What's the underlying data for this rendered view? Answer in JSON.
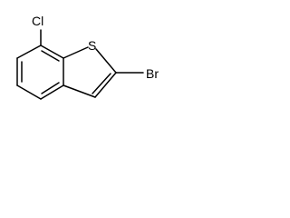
{
  "molecule": {
    "atoms": {
      "chlorine": "Cl",
      "sulfur": "S",
      "bromine": "Br"
    },
    "colors": {
      "bond": "#000000",
      "label": "#000000",
      "background": "#ffffff"
    }
  }
}
